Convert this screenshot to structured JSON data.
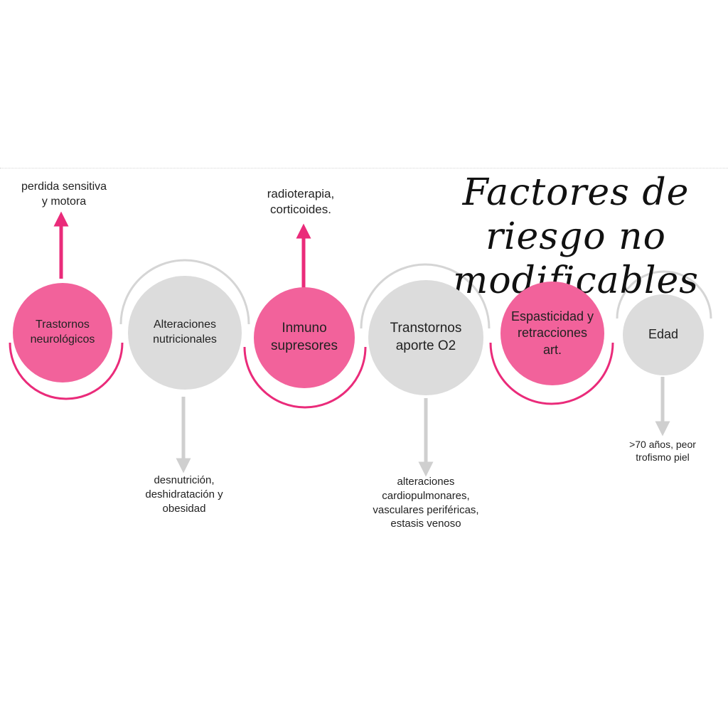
{
  "title": {
    "line1": "Factores de riesgo no",
    "line2": "modificables"
  },
  "colors": {
    "pink": "#f2629b",
    "pink_arrow": "#ea2b7a",
    "gray": "#dcdcdc",
    "gray_arrow": "#cfcfcf",
    "arc_gray": "#d5d5d5"
  },
  "factors": [
    {
      "label": "Trastornos\nneurológicos",
      "color": "pink",
      "note": "perdida sensitiva\ny motora",
      "note_position": "above"
    },
    {
      "label": "Alteraciones\nnutricionales",
      "color": "gray",
      "note": "desnutrición,\ndeshidratación y\nobesidad",
      "note_position": "below"
    },
    {
      "label": "Inmuno\nsupresores",
      "color": "pink",
      "note": "radioterapia,\ncorticoides.",
      "note_position": "above"
    },
    {
      "label": "Transtornos\naporte O2",
      "color": "gray",
      "note": "alteraciones\ncardiopulmonares,\nvasculares periféricas,\nestasis venoso",
      "note_position": "below"
    },
    {
      "label": "Espasticidad y\nretracciones\nart.",
      "color": "pink",
      "note": "",
      "note_position": "none"
    },
    {
      "label": "Edad",
      "color": "gray",
      "note": ">70 años, peor\ntrofismo piel",
      "note_position": "below"
    }
  ]
}
